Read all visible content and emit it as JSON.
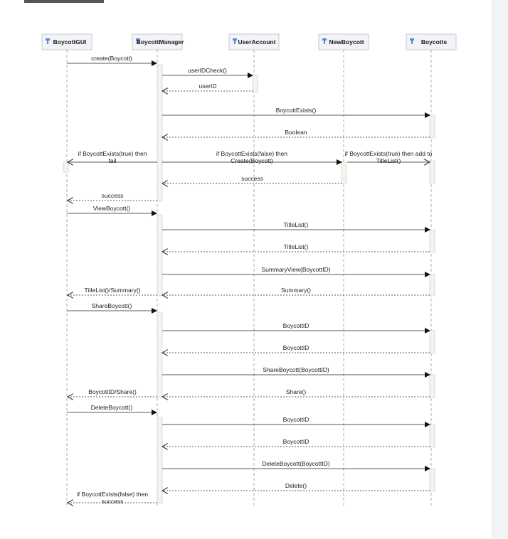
{
  "participants": [
    {
      "id": "gui",
      "label": "BoycottGUI"
    },
    {
      "id": "mgr",
      "label": "BoycottManager"
    },
    {
      "id": "acct",
      "label": "UserAccount"
    },
    {
      "id": "newb",
      "label": "NewBoycott"
    },
    {
      "id": "boys",
      "label": "Boycotts"
    }
  ],
  "messages": [
    {
      "from": "gui",
      "to": "mgr",
      "label": "create(Boycott)",
      "type": "sync"
    },
    {
      "from": "mgr",
      "to": "acct",
      "label": "userIDCheck()",
      "type": "sync"
    },
    {
      "from": "acct",
      "to": "mgr",
      "label": "userID",
      "type": "return"
    },
    {
      "from": "mgr",
      "to": "boys",
      "label": "BoycottExists()",
      "type": "sync"
    },
    {
      "from": "boys",
      "to": "mgr",
      "label": "Boolean",
      "type": "return"
    },
    {
      "from": "mgr",
      "to": "gui",
      "label": "if BoycottExists(true) then\nfail",
      "type": "open"
    },
    {
      "from": "mgr",
      "to": "newb",
      "label": "if BoycottExists(false) then\nCreate(Boycott)",
      "type": "sync"
    },
    {
      "from": "newb",
      "to": "boys",
      "label": "if BoycottExists(true) then add to\nTitleList()",
      "type": "open"
    },
    {
      "from": "newb",
      "to": "mgr",
      "label": "success",
      "type": "return"
    },
    {
      "from": "mgr",
      "to": "gui",
      "label": "success",
      "type": "return"
    },
    {
      "from": "gui",
      "to": "mgr",
      "label": "ViewBoycott()",
      "type": "sync"
    },
    {
      "from": "mgr",
      "to": "boys",
      "label": "TitleList()",
      "type": "sync"
    },
    {
      "from": "boys",
      "to": "mgr",
      "label": "TitleList()",
      "type": "return"
    },
    {
      "from": "mgr",
      "to": "boys",
      "label": "SummaryView(BoycottID)",
      "type": "sync"
    },
    {
      "from": "boys",
      "to": "mgr",
      "label": "Summary()",
      "type": "return"
    },
    {
      "from": "mgr",
      "to": "gui",
      "label": "TitleList()/Summary()",
      "type": "return"
    },
    {
      "from": "gui",
      "to": "mgr",
      "label": "ShareBoycott()",
      "type": "sync"
    },
    {
      "from": "mgr",
      "to": "boys",
      "label": "BoycottID",
      "type": "sync"
    },
    {
      "from": "boys",
      "to": "mgr",
      "label": "BoycottID",
      "type": "return"
    },
    {
      "from": "mgr",
      "to": "boys",
      "label": "ShareBoycott(BoycottID)",
      "type": "sync"
    },
    {
      "from": "boys",
      "to": "mgr",
      "label": "Share()",
      "type": "return"
    },
    {
      "from": "mgr",
      "to": "gui",
      "label": "BoycottID/Share()",
      "type": "return"
    },
    {
      "from": "gui",
      "to": "mgr",
      "label": "DeleteBoycott()",
      "type": "sync"
    },
    {
      "from": "mgr",
      "to": "boys",
      "label": "BoycottID",
      "type": "sync"
    },
    {
      "from": "boys",
      "to": "mgr",
      "label": "BoycottID",
      "type": "return"
    },
    {
      "from": "mgr",
      "to": "boys",
      "label": "DeleteBoycott(BoycottID)",
      "type": "sync"
    },
    {
      "from": "boys",
      "to": "mgr",
      "label": "Delete()",
      "type": "return"
    },
    {
      "from": "mgr",
      "to": "gui",
      "label": "if BoycottExists(false) then\nsuccess",
      "type": "return"
    }
  ]
}
